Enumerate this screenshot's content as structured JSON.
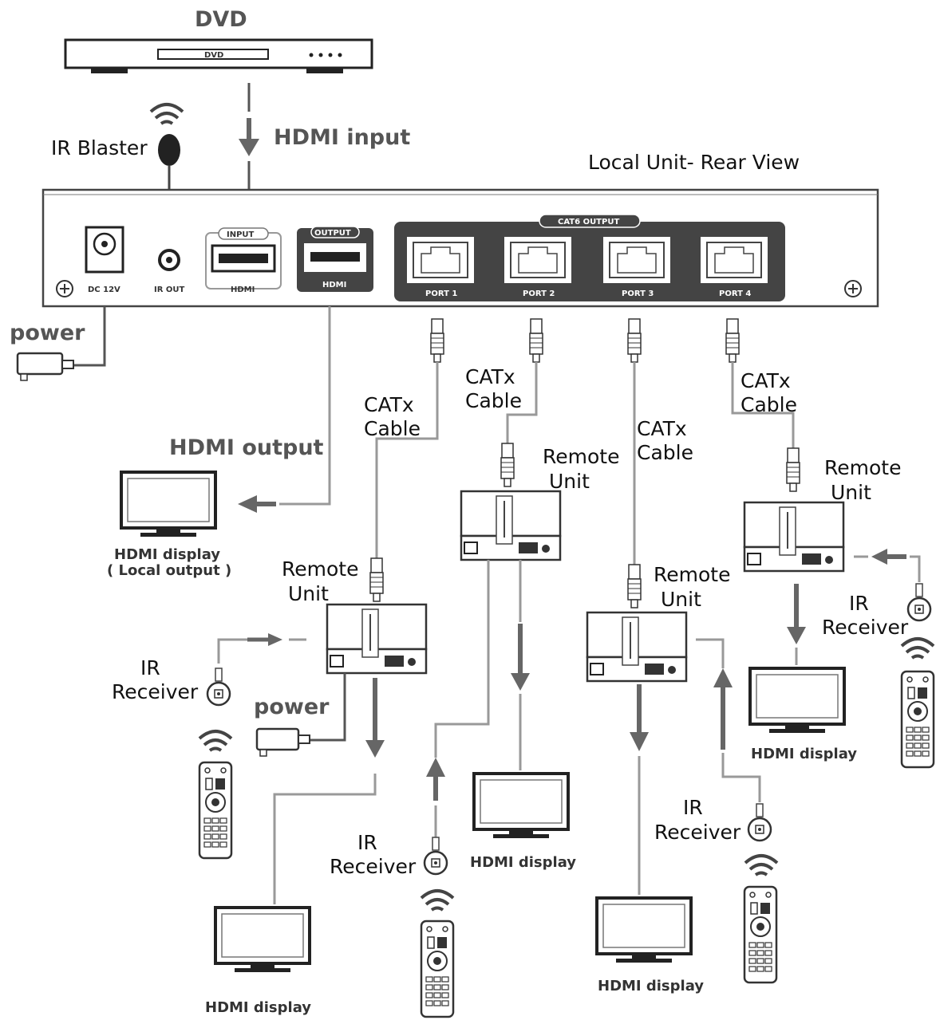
{
  "dvd": {
    "title": "DVD",
    "slot_label": "DVD"
  },
  "local_unit": {
    "title": "Local Unit-   Rear View",
    "dc_label": "DC 12V",
    "ir_out_label": "IR OUT",
    "input_badge": "INPUT",
    "input_port": "HDMI",
    "output_badge": "OUTPUT",
    "output_port": "HDMI",
    "cat_output_label": "CAT6 OUTPUT",
    "ports": [
      "PORT 1",
      "PORT 2",
      "PORT 3",
      "PORT 4"
    ]
  },
  "labels": {
    "hdmi_input": "HDMI input",
    "hdmi_output": "HDMI output",
    "ir_blaster": "IR Blaster",
    "power": "power",
    "catx": "CATx",
    "cable": "Cable",
    "remote": "Remote",
    "unit": "Unit",
    "ir": "IR",
    "receiver": "Receiver",
    "hdmi_display": "HDMI display",
    "local_output": "( Local output )"
  },
  "colors": {
    "device": "#444444",
    "cable": "#999999",
    "arrow": "#666666"
  }
}
